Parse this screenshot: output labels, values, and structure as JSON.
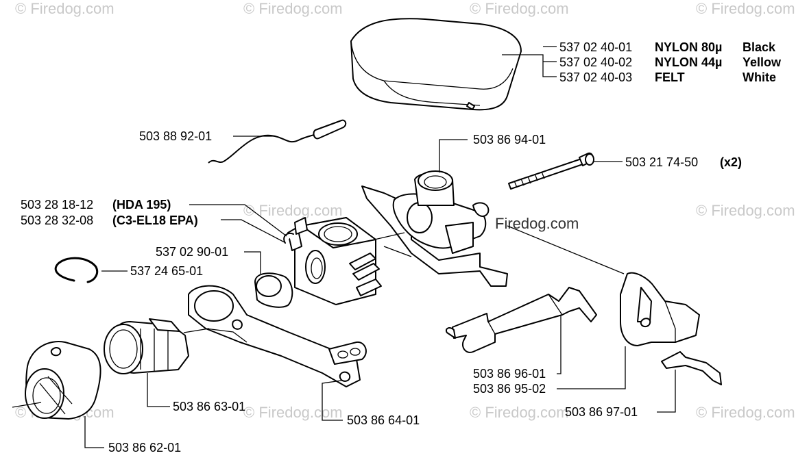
{
  "watermark": "© Firedog.com",
  "watermark_center": "Firedog.com",
  "labels": {
    "air_filter_1_num": "537 02 40-01",
    "air_filter_1_mat": "NYLON 80µ",
    "air_filter_1_color": "Black",
    "air_filter_2_num": "537 02 40-02",
    "air_filter_2_mat": "NYLON 44µ",
    "air_filter_2_color": "Yellow",
    "air_filter_3_num": "537 02 40-03",
    "air_filter_3_mat": "FELT",
    "air_filter_3_color": "White",
    "wire": "503 88 92-01",
    "bracket": "503 86 94-01",
    "bolt_num": "503 21 74-50",
    "bolt_qty": "(x2)",
    "carb_1_num": "503 28 18-12",
    "carb_1_model": "(HDA 195)",
    "carb_2_num": "503 28 32-08",
    "carb_2_model": "(C3-EL18  EPA)",
    "gasket": "537 02 90-01",
    "ring": "537 24 65-01",
    "rod_1": "503 86 96-01",
    "rod_2": "503 86 95-02",
    "spring": "503 86 97-01",
    "intake": "503 86 63-01",
    "adapter": "503 86 64-01",
    "flange": "503 86 62-01"
  }
}
